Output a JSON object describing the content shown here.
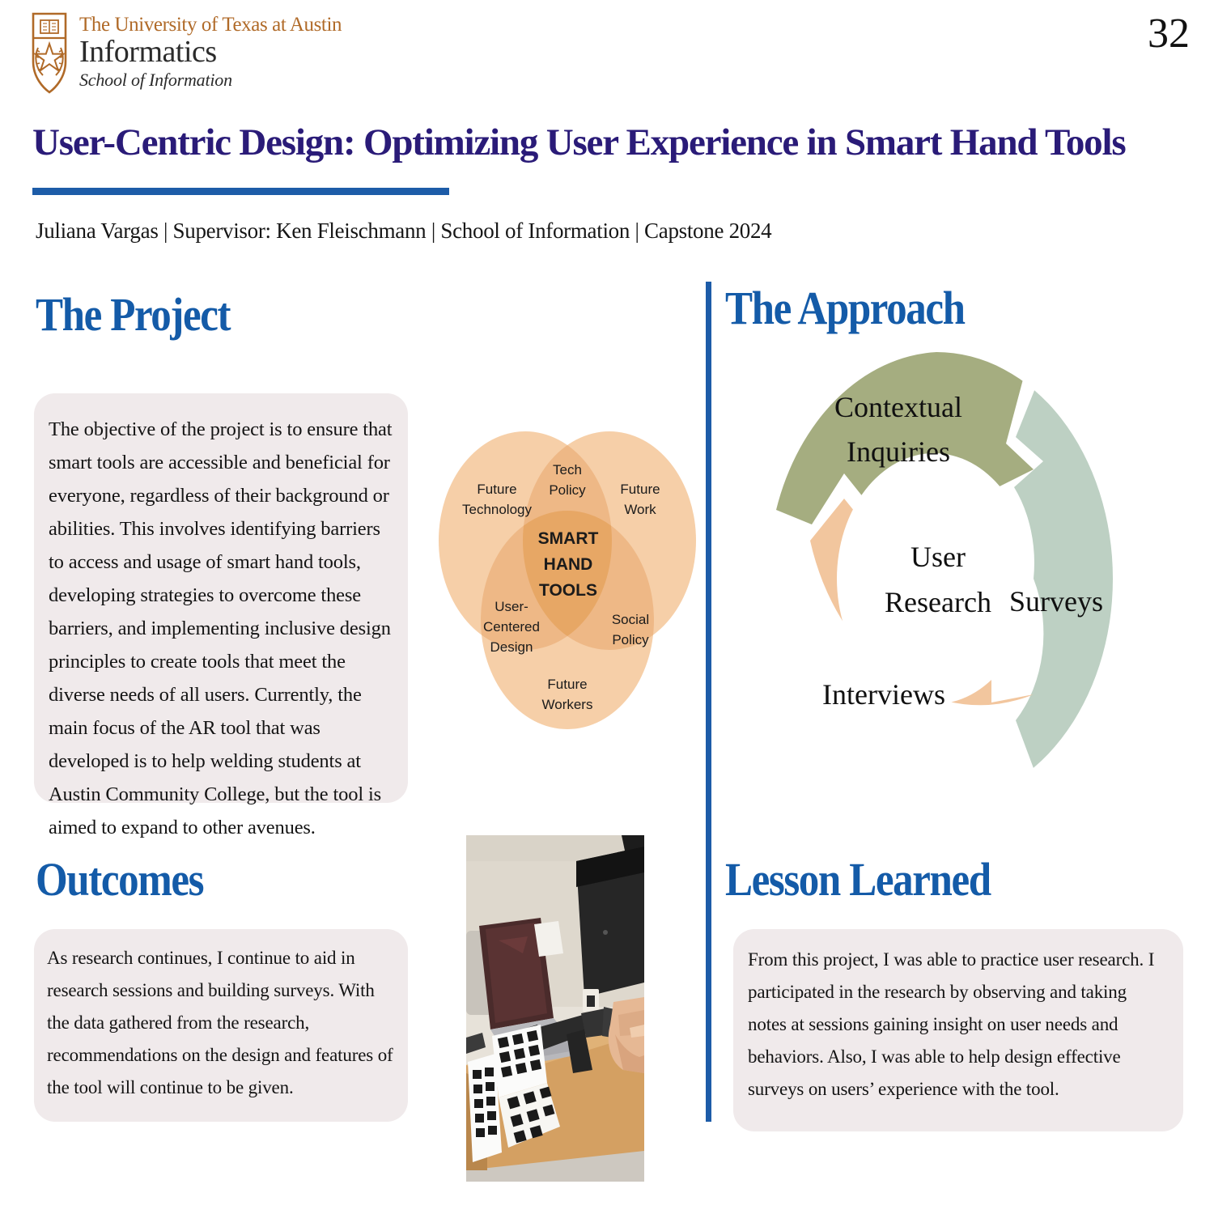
{
  "header": {
    "university": "The University of Texas at Austin",
    "department": "Informatics",
    "school": "School of Information",
    "page_number": "32",
    "logo_icon": "ut-shield-icon"
  },
  "title": "User-Centric Design: Optimizing User Experience in Smart Hand Tools",
  "byline": "Juliana Vargas | Supervisor: Ken Fleischmann | School of Information | Capstone 2024",
  "sections": {
    "project": {
      "heading": "The Project",
      "body": "The objective of the project is to ensure that smart tools are accessible and beneficial for everyone, regardless of their background or abilities. This involves identifying barriers to access and usage of smart hand tools, developing strategies to overcome these barriers, and implementing inclusive design principles to create tools that meet the diverse needs of all users. Currently, the main focus of the AR tool that was developed is to help welding students at Austin Community College, but the tool is aimed to expand to other avenues."
    },
    "approach": {
      "heading": "The Approach"
    },
    "outcomes": {
      "heading": "Outcomes",
      "body": "As research continues, I continue to aid in research sessions and building surveys. With the data gathered from the research, recommendations on the design and features of the tool will continue to be given."
    },
    "lesson": {
      "heading": "Lesson Learned",
      "body": "From this project, I was able to practice user research. I participated in the research by observing and taking notes at sessions gaining insight on user needs and behaviors. Also, I was able to help design effective surveys on users’ experience with the tool."
    }
  },
  "venn_diagram": {
    "center_line1": "SMART",
    "center_line2": "HAND",
    "center_line3": "TOOLS",
    "top_overlap_line1": "Tech",
    "top_overlap_line2": "Policy",
    "left_line1": "Future",
    "left_line2": "Technology",
    "right_line1": "Future",
    "right_line2": "Work",
    "left_overlap_line1": "User-",
    "left_overlap_line2": "Centered",
    "left_overlap_line3": "Design",
    "right_overlap_line1": "Social",
    "right_overlap_line2": "Policy",
    "bottom_line1": "Future",
    "bottom_line2": "Workers",
    "fill_light": "#f6cfa8",
    "fill_mid": "#efbb8a",
    "fill_dark": "#e8a765"
  },
  "cycle_diagram": {
    "center_line1": "User",
    "center_line2": "Research",
    "segment_top": "Contextual",
    "segment_top_line2": "Inquiries",
    "segment_right": "Surveys",
    "segment_bottom": "Interviews",
    "color_top": "#a5ad80",
    "color_right": "#bdd0c3",
    "color_bottom": "#f2c69e"
  },
  "photo": {
    "caption_alt": "ar-welding-tool-photo"
  },
  "colors": {
    "title": "#2a1b78",
    "heading": "#145ba8",
    "accent_rule": "#1d5ca8",
    "card_bg": "#f0eaeb",
    "brand_orange": "#b06a28"
  }
}
